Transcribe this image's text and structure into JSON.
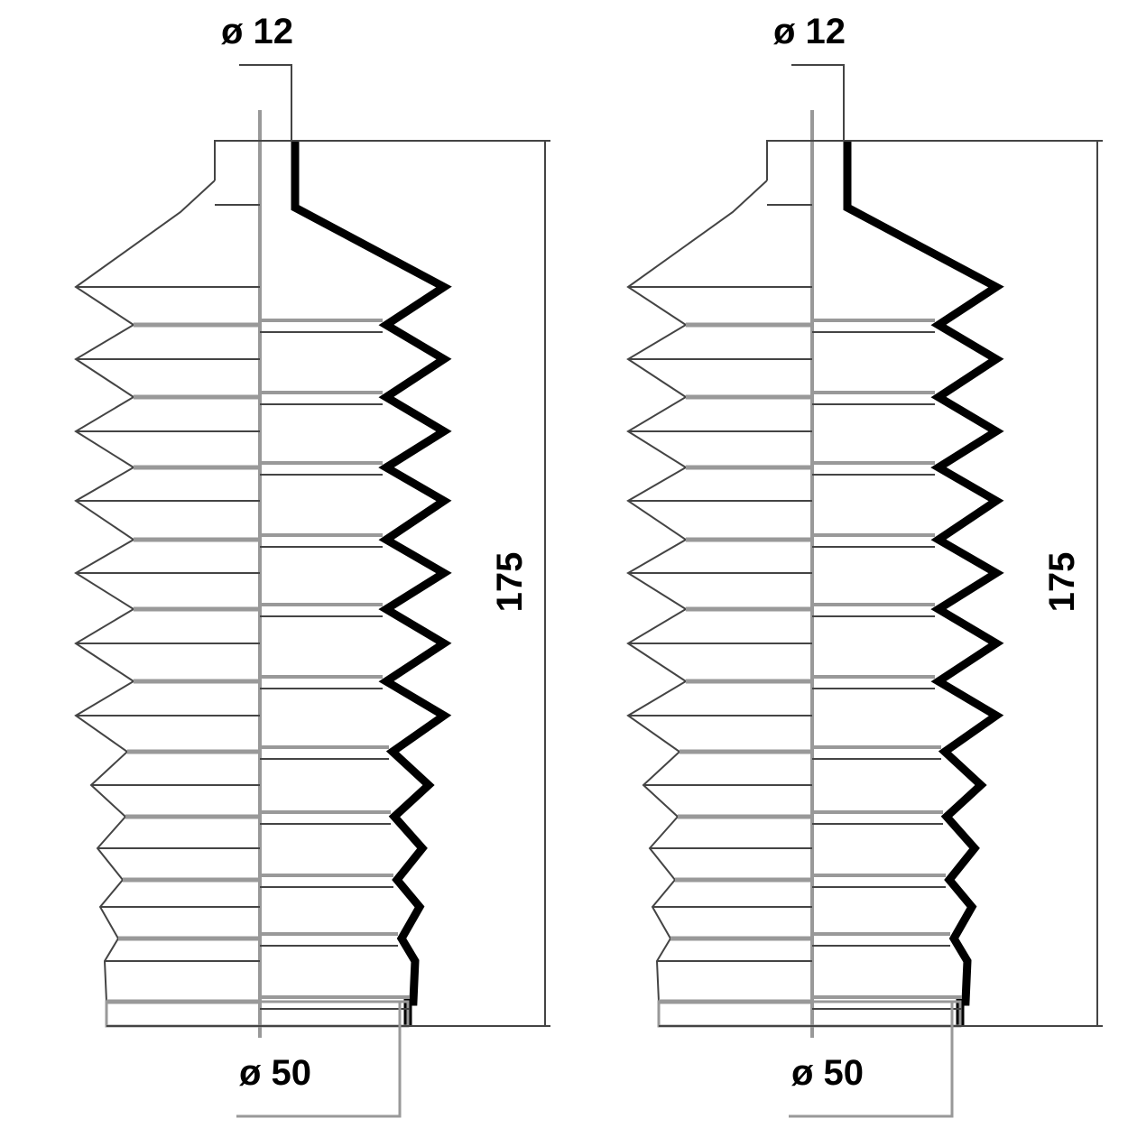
{
  "boots": [
    {
      "top_diameter": "ø 12",
      "bottom_diameter": "ø 50",
      "length": "175"
    },
    {
      "top_diameter": "ø 12",
      "bottom_diameter": "ø 50",
      "length": "175"
    }
  ],
  "colors": {
    "profile": "#000000",
    "construction": "#444444",
    "axis": "#999999"
  }
}
